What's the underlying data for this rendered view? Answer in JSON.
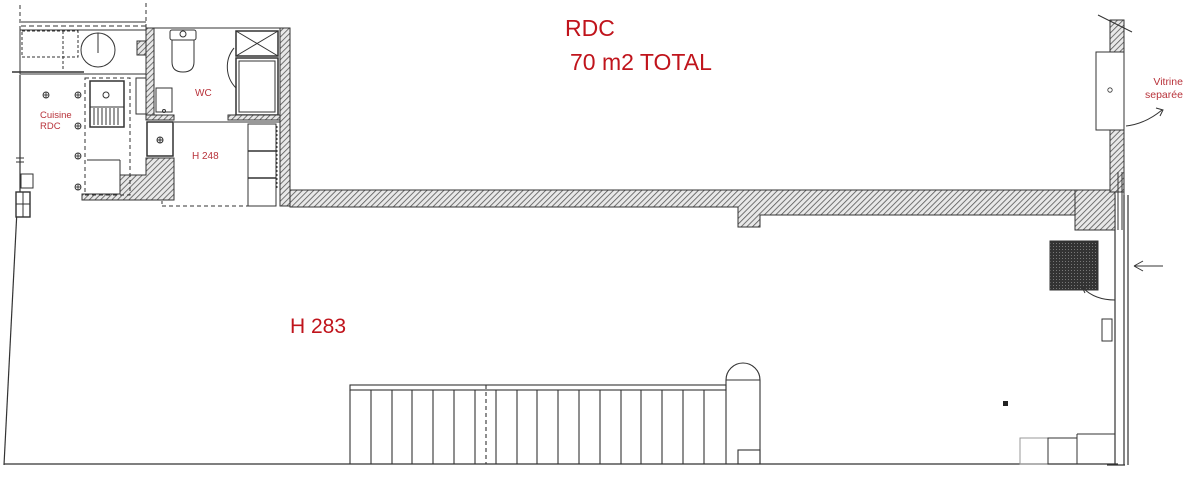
{
  "plan": {
    "title": "RDC",
    "subtitle": "70 m2 TOTAL",
    "rooms": {
      "main_room": "H 283",
      "kitchen_line1": "Cuisine",
      "kitchen_line2": "RDC",
      "wc": "WC",
      "storage_height": "H 248"
    },
    "annotations": {
      "vitrine_line1": "Vitrine",
      "vitrine_line2": "separée"
    },
    "colors": {
      "label_red": "#c0141c",
      "wall_line": "#333333",
      "hatch": "#555555"
    },
    "elements": [
      "main-room",
      "kitchen",
      "wc",
      "shower",
      "storage-room",
      "hatched-walls",
      "vitrine-display-case",
      "entrance-arrow",
      "dark-grid-square",
      "counter-with-panels",
      "half-round-column",
      "small-square-marker"
    ]
  }
}
